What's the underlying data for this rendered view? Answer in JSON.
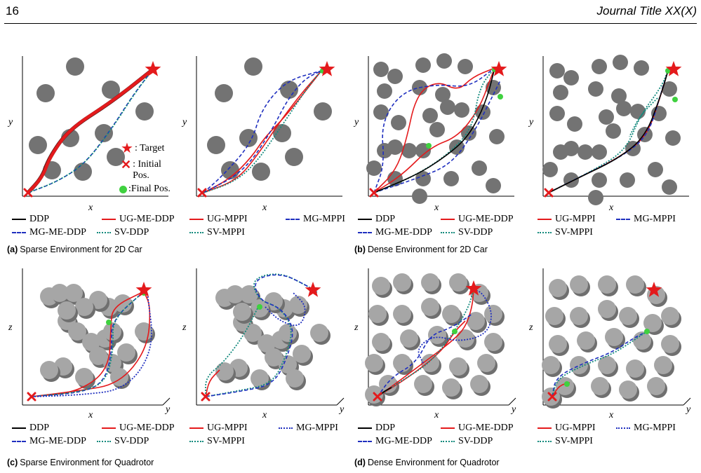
{
  "header": {
    "page_number": "16",
    "journal_title": "Journal Title XX(X)"
  },
  "colors": {
    "ddp": "#000000",
    "ug": "#e41a1c",
    "mg": "#1f2fbf",
    "sv": "#138a7d",
    "obstacle": "#737373",
    "obstacle3d": "#a6a6a6",
    "target": "#e41a1c",
    "final": "#3fd13f"
  },
  "annotations": {
    "target": ": Target",
    "initial": ": Initial Pos.",
    "final": ":Final Pos."
  },
  "panels": [
    {
      "xlabel": "x",
      "ylabel": "y"
    },
    {
      "xlabel": "x",
      "ylabel": "y"
    },
    {
      "xlabel": "x",
      "ylabel": "y"
    },
    {
      "xlabel": "x",
      "ylabel": "y"
    },
    {
      "xlabel": "x",
      "ylabel": "z",
      "zlabel": "y"
    },
    {
      "xlabel": "x",
      "ylabel": "z",
      "zlabel": "y"
    },
    {
      "xlabel": "x",
      "ylabel": "z",
      "zlabel": "y"
    },
    {
      "xlabel": "x",
      "ylabel": "z",
      "zlabel": "y"
    }
  ],
  "legends": {
    "ddp": [
      "DDP",
      "UG-ME-DDP",
      "MG-ME-DDP",
      "SV-DDP"
    ],
    "mppi": [
      "UG-MPPI",
      "MG-MPPI",
      "SV-MPPI"
    ]
  },
  "captions": [
    {
      "label": "(a)",
      "text": "Sparse Environment for 2D Car"
    },
    {
      "label": "(b)",
      "text": "Dense Environment for 2D Car"
    },
    {
      "label": "(c)",
      "text": "Sparse Environment for Quadrotor"
    },
    {
      "label": "(d)",
      "text": "Dense Environment for Quadrotor"
    }
  ]
}
